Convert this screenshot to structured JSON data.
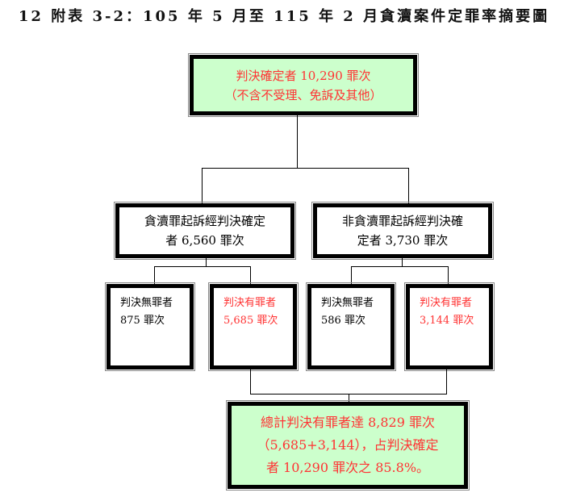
{
  "title": "12 附表 3-2：105 年 5 月至 115 年 2 月貪瀆案件定罪率摘要圖",
  "top": {
    "line1": "判決確定者 10,290 罪次",
    "line2": "（不含不受理、免訴及其他）"
  },
  "left": {
    "line1": "貪瀆罪起訴經判決確定",
    "line2": "者 6,560 罪次"
  },
  "right": {
    "line1": "非貪瀆罪起訴經判決確",
    "line2": "定者 3,730 罪次"
  },
  "leaves": [
    {
      "label": "判決無罪者",
      "count": "875 罪次"
    },
    {
      "label": "判決有罪者",
      "count": "5,685 罪次"
    },
    {
      "label": "判決無罪者",
      "count": "586 罪次"
    },
    {
      "label": "判決有罪者",
      "count": "3,144 罪次"
    }
  ],
  "summary": {
    "line1": "總計判決有罪者達 8,829 罪次",
    "line2": "（5,685+3,144），占判決確定",
    "line3": "者 10,290 罪次之 85.8%。"
  },
  "colors": {
    "red": "#ff3333",
    "green": "#ccffcc"
  }
}
